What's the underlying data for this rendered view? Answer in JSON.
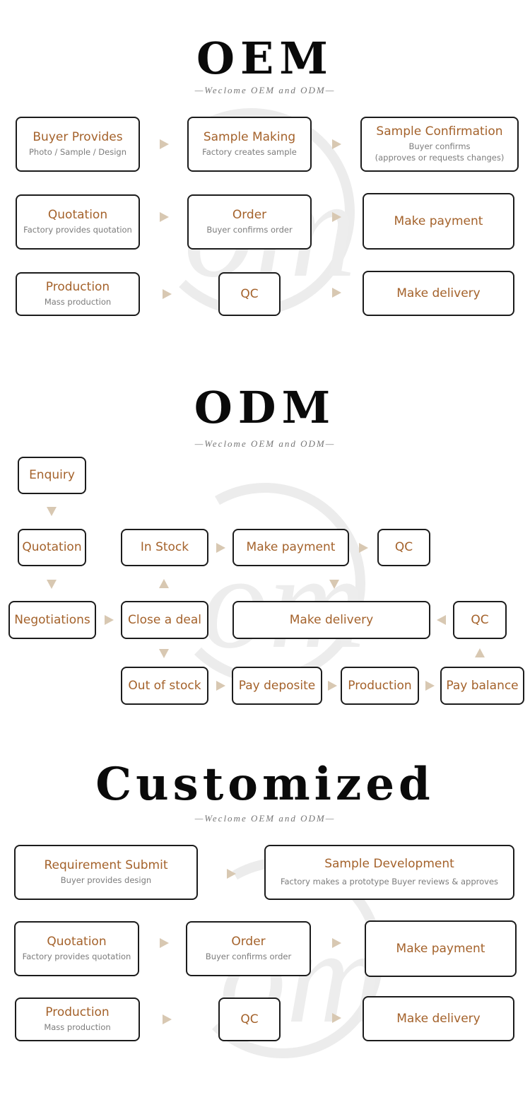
{
  "colors": {
    "accent": "#a4622b",
    "border": "#1c1c1c",
    "arrow": "#d8c8b2",
    "subtext": "#7c7c7c"
  },
  "watermark": {
    "text": "om"
  },
  "oem": {
    "title": "OEM",
    "subtitle": "—Weclome OEM and ODM—",
    "buyer_provides": {
      "main": "Buyer Provides",
      "sub": "Photo / Sample / Design"
    },
    "sample_making": {
      "main": "Sample Making",
      "sub": "Factory creates sample"
    },
    "sample_confirmation": {
      "main": "Sample Confirmation",
      "sub": "Buyer confirms",
      "sub2": "(approves or requests changes)"
    },
    "quotation": {
      "main": "Quotation",
      "sub": "Factory provides quotation"
    },
    "order": {
      "main": "Order",
      "sub": "Buyer confirms order"
    },
    "make_payment": {
      "main": "Make payment"
    },
    "production": {
      "main": "Production",
      "sub": "Mass production"
    },
    "qc": {
      "main": "QC"
    },
    "make_delivery": {
      "main": "Make delivery"
    }
  },
  "odm": {
    "title": "ODM",
    "subtitle": "—Weclome OEM and ODM—",
    "enquiry": "Enquiry",
    "quotation": "Quotation",
    "negotiations": "Negotiations",
    "in_stock": "In Stock",
    "close_deal": "Close a deal",
    "out_of_stock": "Out of stock",
    "make_payment": "Make payment",
    "qc_top": "QC",
    "make_delivery": "Make delivery",
    "qc_right": "QC",
    "pay_deposite": "Pay deposite",
    "production": "Production",
    "pay_balance": "Pay balance"
  },
  "customized": {
    "title": "Customized",
    "subtitle": "—Weclome OEM and ODM—",
    "requirement_submit": {
      "main": "Requirement Submit",
      "sub": "Buyer provides design"
    },
    "sample_development": {
      "main": "Sample Development",
      "sub": "Factory makes a prototype Buyer reviews & approves"
    },
    "quotation": {
      "main": "Quotation",
      "sub": "Factory provides quotation"
    },
    "order": {
      "main": "Order",
      "sub": "Buyer confirms order"
    },
    "make_payment": {
      "main": "Make payment"
    },
    "production": {
      "main": "Production",
      "sub": "Mass production"
    },
    "qc": {
      "main": "QC"
    },
    "make_delivery": {
      "main": "Make delivery"
    }
  }
}
